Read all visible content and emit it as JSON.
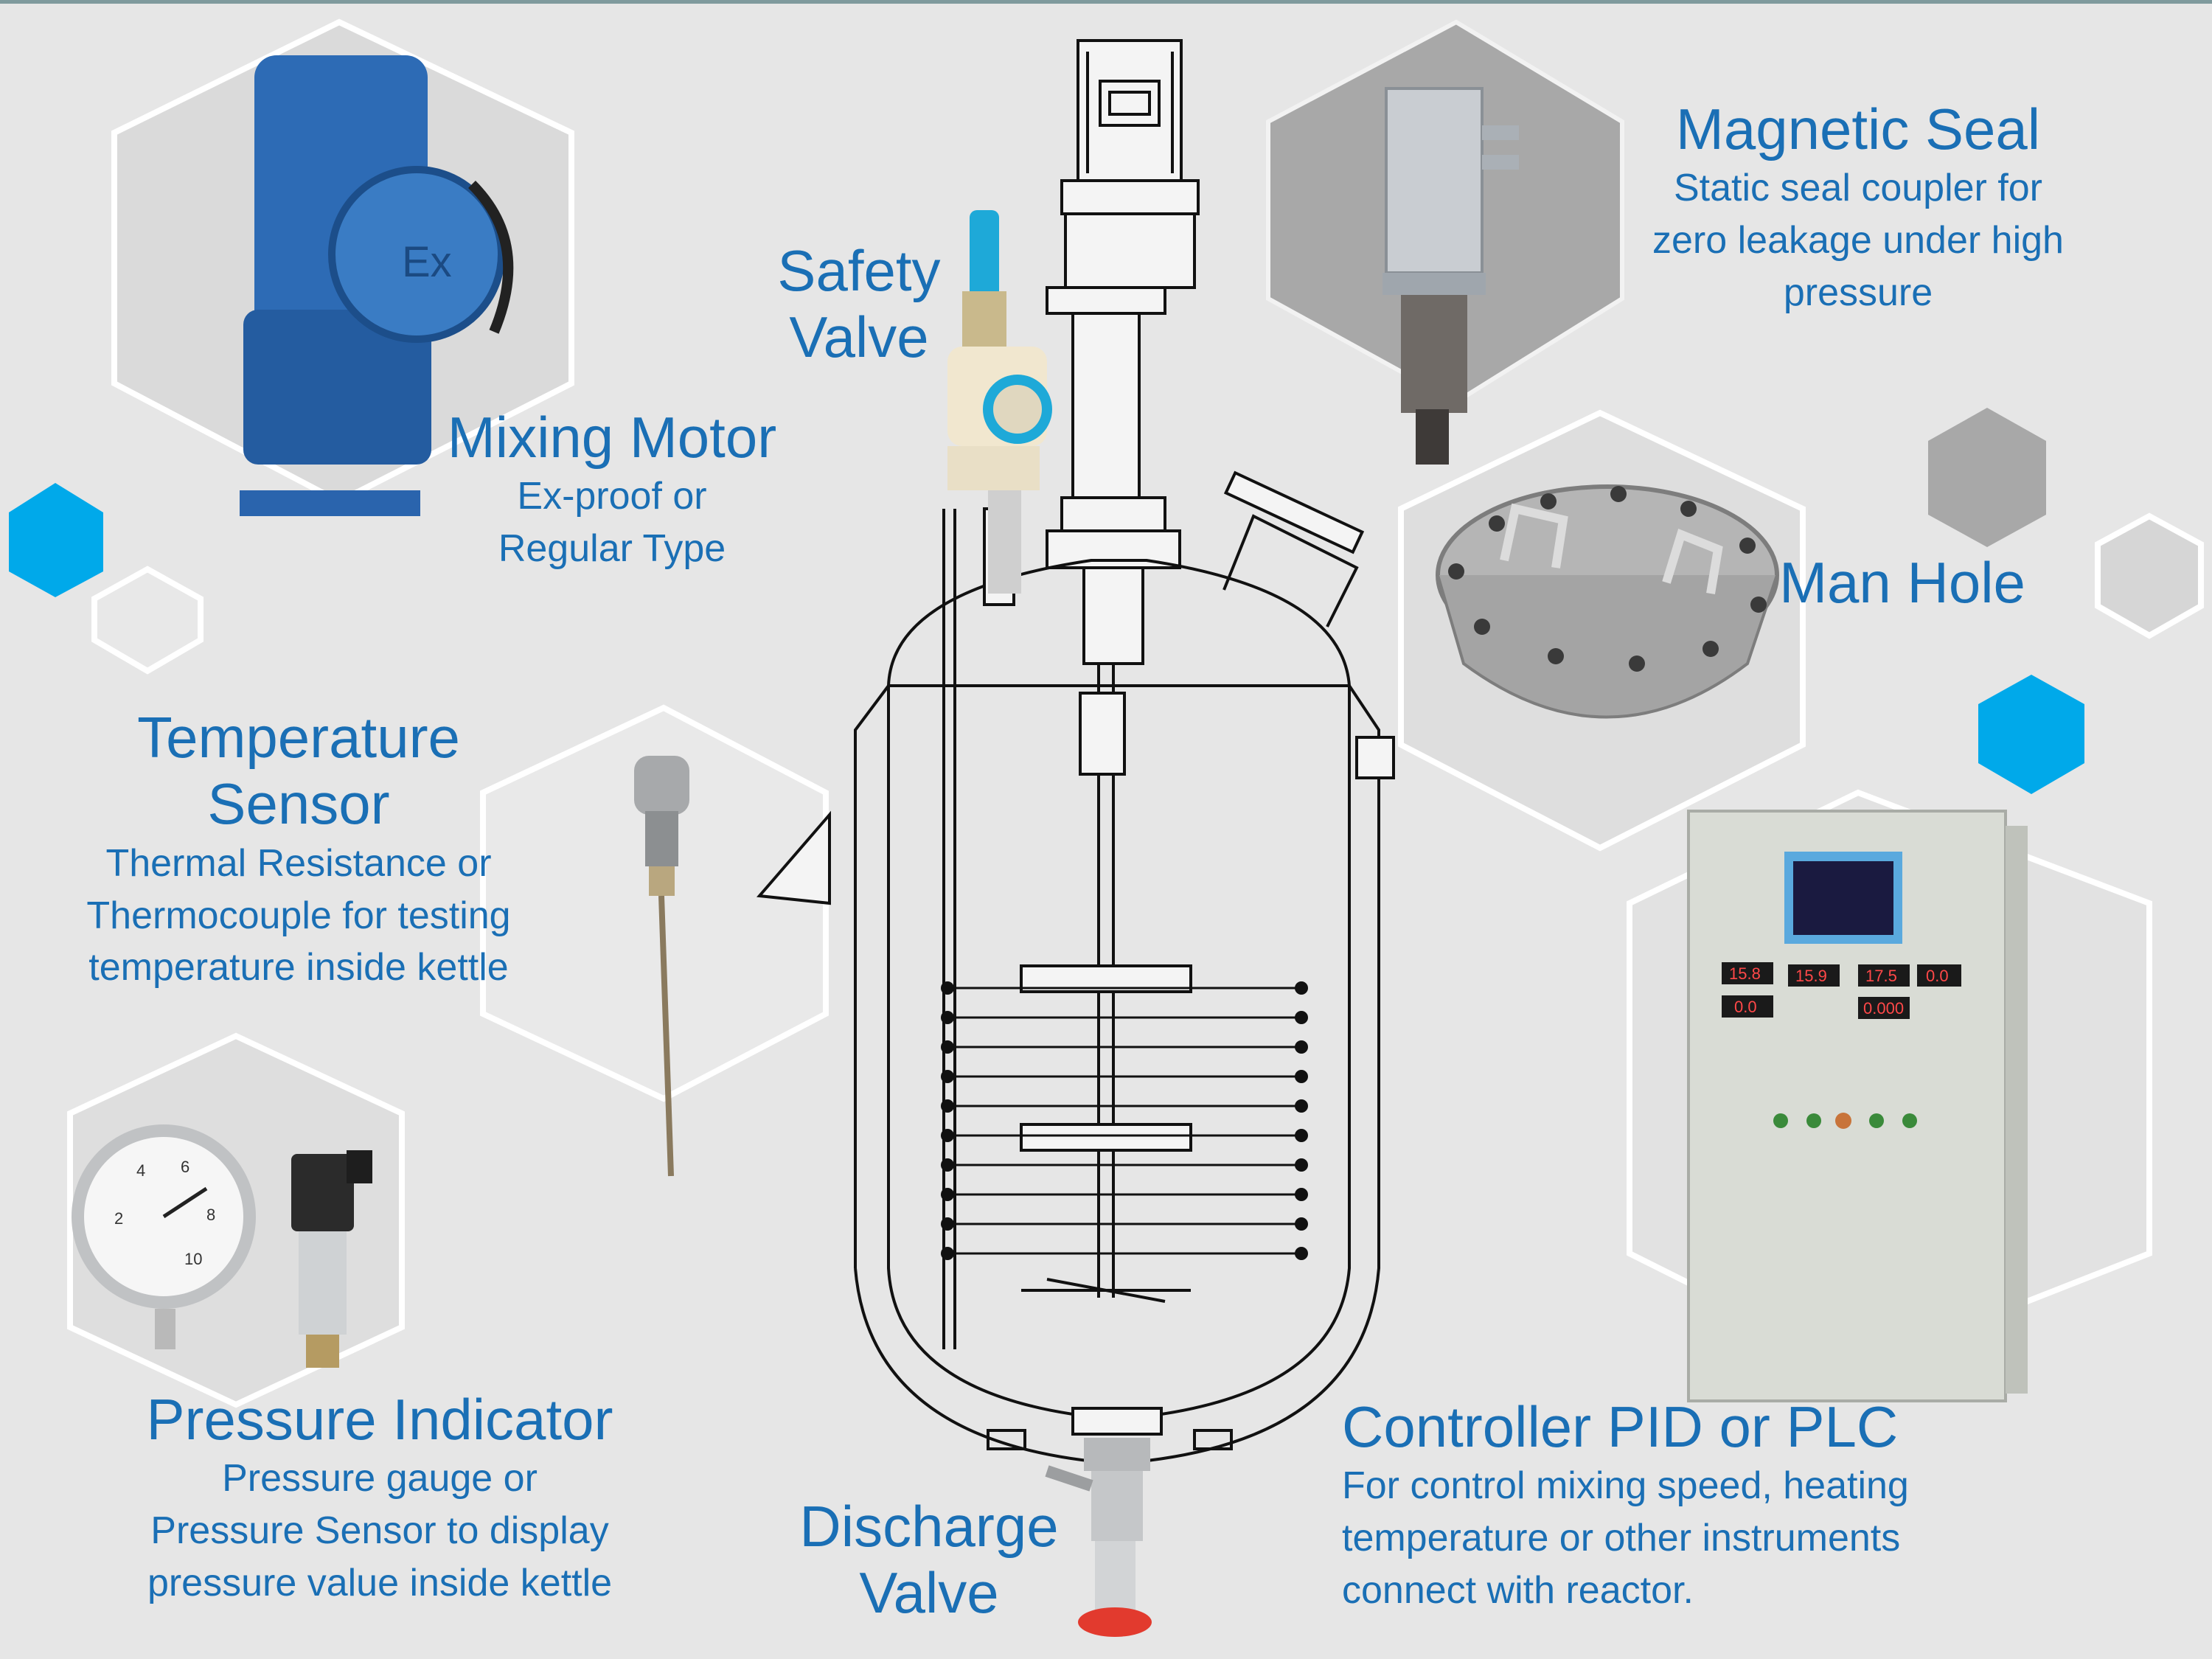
{
  "components": {
    "mixing_motor": {
      "title": "Mixing Motor",
      "desc": [
        "Ex-proof or",
        "Regular Type"
      ]
    },
    "safety_valve": {
      "title": [
        "Safety",
        "Valve"
      ]
    },
    "magnetic_seal": {
      "title": "Magnetic Seal",
      "desc": [
        "Static seal coupler for",
        "zero leakage under high",
        "pressure"
      ]
    },
    "man_hole": {
      "title": "Man Hole"
    },
    "temperature_sensor": {
      "title": [
        "Temperature",
        "Sensor"
      ],
      "desc": [
        "Thermal Resistance or",
        "Thermocouple for testing",
        "temperature inside kettle"
      ]
    },
    "pressure_indicator": {
      "title": "Pressure Indicator",
      "desc": [
        "Pressure gauge or",
        "Pressure Sensor to display",
        "pressure value inside kettle"
      ]
    },
    "discharge_valve": {
      "title": [
        "Discharge",
        "Valve"
      ]
    },
    "controller": {
      "title": "Controller PID or PLC",
      "desc": [
        "For control mixing speed, heating",
        "temperature or other instruments",
        "connect with reactor."
      ]
    }
  },
  "motor_badge": "Ex",
  "controller_displays": [
    "15.8",
    "15.9",
    "17.5",
    "0.0",
    "0.0",
    "0.000"
  ],
  "gauge_scale": [
    "2",
    "4",
    "6",
    "8",
    "10"
  ],
  "colors": {
    "accent_blue": "#00a9ea",
    "hex_gray": "#a9a9a9",
    "label_blue": "#1a6fb5",
    "background": "#e6e6e6"
  },
  "icons": [
    "mixing-motor-image",
    "safety-valve-image",
    "magnetic-seal-image",
    "manhole-image",
    "temperature-probe-image",
    "pressure-gauge-image",
    "pressure-sensor-image",
    "control-cabinet-image",
    "discharge-valve-image",
    "reactor-diagram"
  ]
}
